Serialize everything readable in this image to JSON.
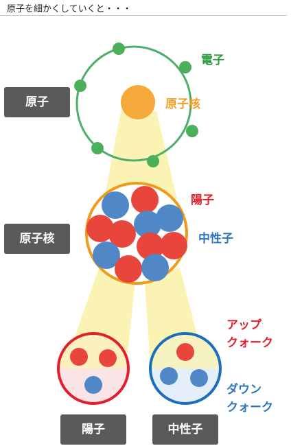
{
  "heading": "原子を細かくしていくと・・・",
  "boxes": {
    "atom": "原子",
    "nucleus": "原子核",
    "proton": "陽子",
    "neutron": "中性子"
  },
  "labels": {
    "electron": "電子",
    "nucleus": "原子核",
    "proton": "陽子",
    "neutron": "中性子",
    "up_quark_line1": "アップ",
    "up_quark_line2": "クォーク",
    "down_quark_line1": "ダウン",
    "down_quark_line2": "クォーク"
  },
  "colors": {
    "electron": "#4caf5a",
    "orbit": "#4caf6e",
    "nucleus": "#f4a93a",
    "nucleus_ring": "#ef9a1a",
    "proton": "#e8453c",
    "neutron": "#4f87c7",
    "proton_ring": "#e0202a",
    "neutron_ring": "#1a6fb8",
    "beam": "#fbf3b4",
    "label_electron": "#2e9a3e",
    "label_nucleus": "#f0a023",
    "label_proton": "#e0202a",
    "label_neutron": "#2c74b8",
    "box": "#5a5a5a"
  }
}
